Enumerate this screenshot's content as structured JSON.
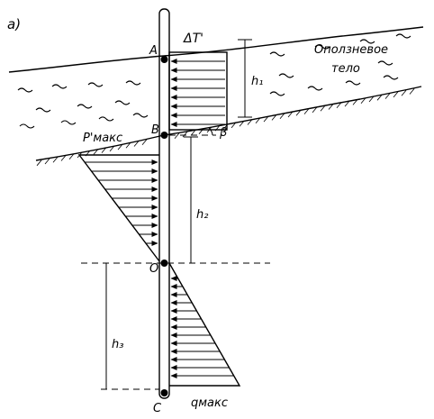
{
  "figure": {
    "panel_label": "а)",
    "labels": {
      "point_a": "A",
      "point_b": "B",
      "point_o": "O",
      "point_c": "C",
      "delta_t": "ΔT'",
      "landslide_line1": "Оползневое",
      "landslide_line2": "тело",
      "p_max": "P'макс",
      "q_max": "qмакс",
      "beta": "β",
      "h1": "h₁",
      "h2": "h₂",
      "h3": "h₃"
    }
  }
}
